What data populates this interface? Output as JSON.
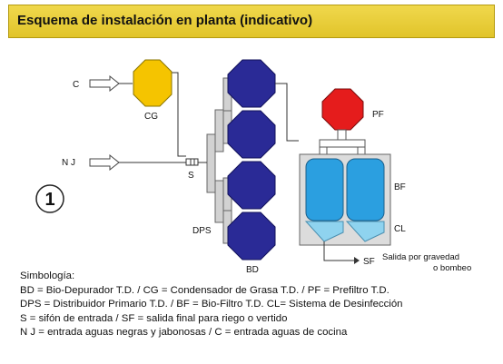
{
  "header": {
    "title": "Esquema de instalación en planta (indicativo)"
  },
  "colors": {
    "header": "#e8cc33",
    "cg": "#f5c400",
    "bd": "#2a2a96",
    "pf": "#e51c1c",
    "bf": "#2b9fe0",
    "cl": "#8fd3ef",
    "pipe_gray": "#c8c8c8"
  },
  "diagram": {
    "inlet_c": "C",
    "inlet_nj": "N J",
    "cg": "CG",
    "s": "S",
    "dps": "DPS",
    "bd": "BD",
    "pf": "PF",
    "bf": "BF",
    "cl": "CL",
    "sf": "SF",
    "outlet_note_line1": "Salida por gravedad",
    "outlet_note_line2": "o bombeo",
    "number": "1"
  },
  "legend": {
    "title": "Simbología:",
    "lines": [
      "BD = Bio-Depurador T.D. / CG = Condensador de Grasa T.D. / PF = Prefiltro T.D.",
      "DPS = Distribuidor Primario T.D. / BF = Bio-Filtro T.D. CL= Sistema de Desinfección",
      "S = sifón de entrada  /  SF = salida final para riego o vertido",
      "N J = entrada aguas negras y jabonosas / C = entrada aguas de cocina"
    ]
  }
}
